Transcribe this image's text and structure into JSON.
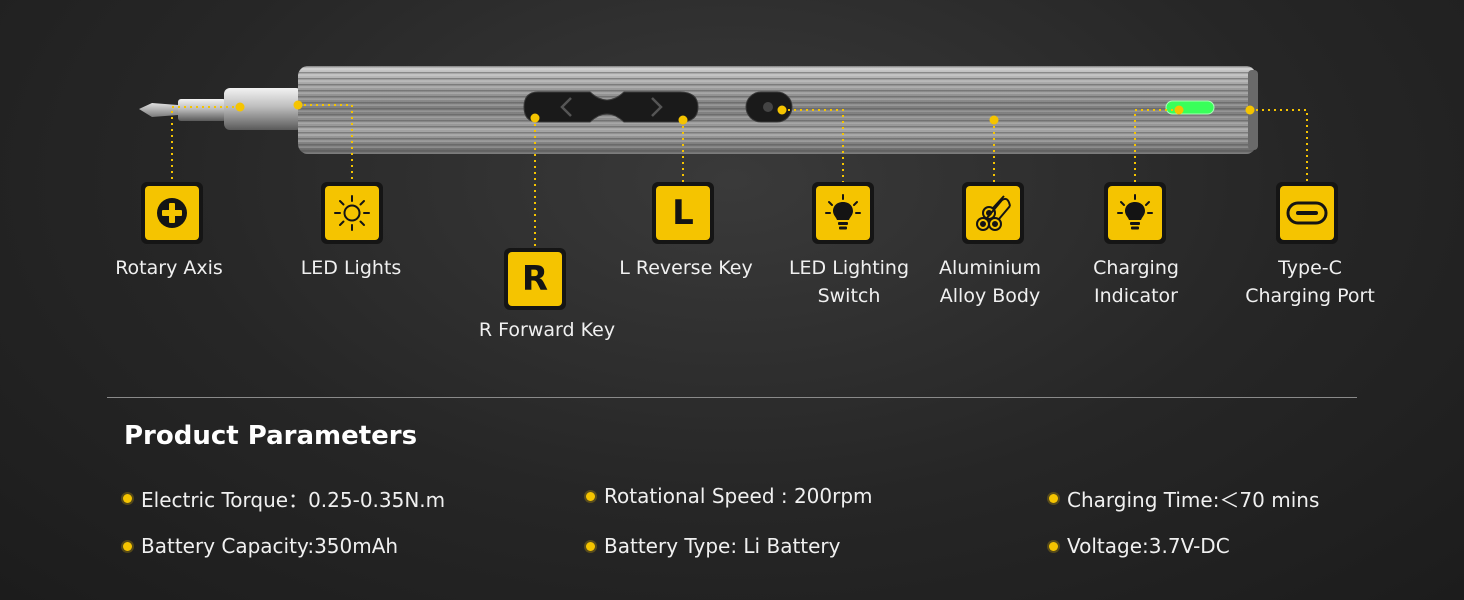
{
  "callouts": [
    {
      "id": "rotary-axis",
      "label": "Rotary Axis",
      "icon": "plus-circle-icon"
    },
    {
      "id": "led-lights",
      "label": "LED Lights",
      "icon": "sun-icon"
    },
    {
      "id": "r-forward-key",
      "label": "R Forward Key",
      "icon": "letter-r-icon",
      "glyph": "R"
    },
    {
      "id": "l-reverse-key",
      "label": "L Reverse Key",
      "icon": "letter-l-icon",
      "glyph": "L"
    },
    {
      "id": "led-lighting-switch",
      "label_lines": [
        "LED Lighting",
        "Switch"
      ],
      "icon": "light-bulb-icon"
    },
    {
      "id": "aluminium-alloy-body",
      "label_lines": [
        "Aluminium",
        "Alloy Body"
      ],
      "icon": "aluminium-rods-icon"
    },
    {
      "id": "charging-indicator",
      "label_lines": [
        "Charging",
        "Indicator"
      ],
      "icon": "light-bulb-icon"
    },
    {
      "id": "type-c-port",
      "label_lines": [
        "Type-C",
        "Charging Port"
      ],
      "icon": "usb-c-port-icon"
    }
  ],
  "params": {
    "title": "Product Parameters",
    "items": [
      {
        "text": "Electric Torque：0.25-0.35N.m"
      },
      {
        "text": "Rotational Speed : 200rpm"
      },
      {
        "text": "Charging Time:＜70 mins"
      },
      {
        "text": "Battery Capacity:350mAh"
      },
      {
        "text": "Battery Type: Li Battery"
      },
      {
        "text": "Voltage:3.7V-DC"
      }
    ]
  },
  "colors": {
    "accent": "#f5c400",
    "indicator": "#39ff5a",
    "background": "#262626"
  }
}
